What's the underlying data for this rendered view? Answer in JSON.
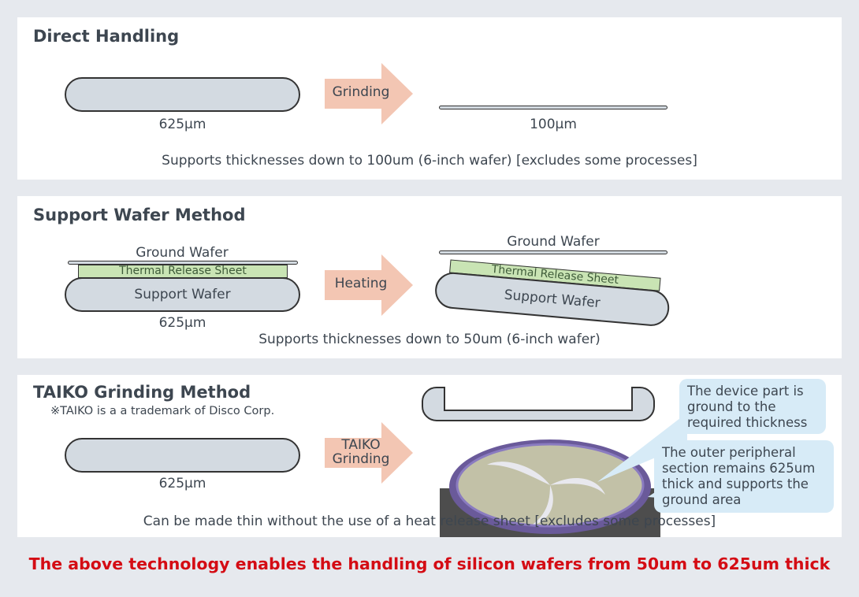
{
  "direct": {
    "title": "Direct Handling",
    "arrow_label": "Grinding",
    "thick_label": "625μm",
    "thin_label": "100μm",
    "caption": "Supports thicknesses down to 100um (6-inch wafer) [excludes some processes]"
  },
  "support": {
    "title": "Support Wafer Method",
    "ground_wafer": "Ground Wafer",
    "release_sheet": "Thermal Release Sheet",
    "support_wafer": "Support Wafer",
    "thick_label": "625μm",
    "arrow_label": "Heating",
    "ground_wafer_after": "Ground Wafer",
    "release_sheet_after": "Thermal Release Sheet",
    "support_wafer_after": "Support Wafer",
    "caption": "Supports thicknesses down to 50um (6-inch wafer)"
  },
  "taiko": {
    "title": "TAIKO Grinding Method",
    "trademark": "※TAIKO is a a trademark of Disco Corp.",
    "arrow_label_1": "TAIKO",
    "arrow_label_2": "Grinding",
    "thick_label": "625μm",
    "bubble_1": "The device part is ground to the required thickness",
    "bubble_2": "The outer peripheral section remains 625um thick and supports the ground area",
    "caption": "Can be made thin without the use of a heat release sheet [excludes some processes]"
  },
  "footer": "The above technology enables the handling of silicon wafers from 50um to 625um thick",
  "colors": {
    "arrow": "#f3c6b3",
    "wafer": "#d3dae1",
    "sheet": "#c9e4b4",
    "bubble": "#d7ebf7",
    "footer_text": "#d40c14"
  }
}
